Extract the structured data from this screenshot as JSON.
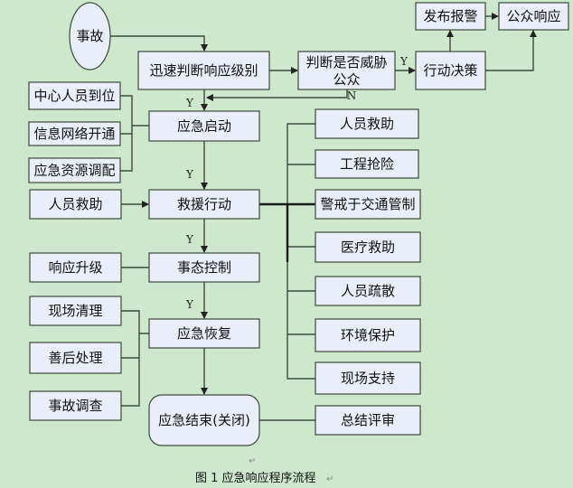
{
  "nodes": {
    "accident": "事故",
    "assess_level": "迅速判断响应级别",
    "threat_line1": "判断是否威胁",
    "threat_line2": "公众",
    "action_decision": "行动决策",
    "issue_alarm": "发布报警",
    "public_response": "公众响应",
    "emergency_start": "应急启动",
    "staff_in_place": "中心人员到位",
    "network_open": "信息网络开通",
    "resource_dispatch": "应急资源调配",
    "rescue_action": "救援行动",
    "personnel_rescue_left": "人员救助",
    "situation_control": "事态控制",
    "response_upgrade": "响应升级",
    "emergency_recovery": "应急恢复",
    "site_cleanup": "现场清理",
    "aftermath": "善后处理",
    "accident_investigation": "事故调查",
    "emergency_end": "应急结束(关闭)",
    "personnel_rescue": "人员救助",
    "engineering_repair": "工程抢险",
    "traffic_control": "警戒于交通管制",
    "medical_rescue": "医疗救助",
    "evacuation": "人员疏散",
    "environment_protection": "环境保护",
    "site_support": "现场支持",
    "summary_review": "总结评审"
  },
  "labels": {
    "yes": "Y",
    "no": "N"
  },
  "caption": "图 1  应急响应程序流程",
  "return_mark": "↵"
}
